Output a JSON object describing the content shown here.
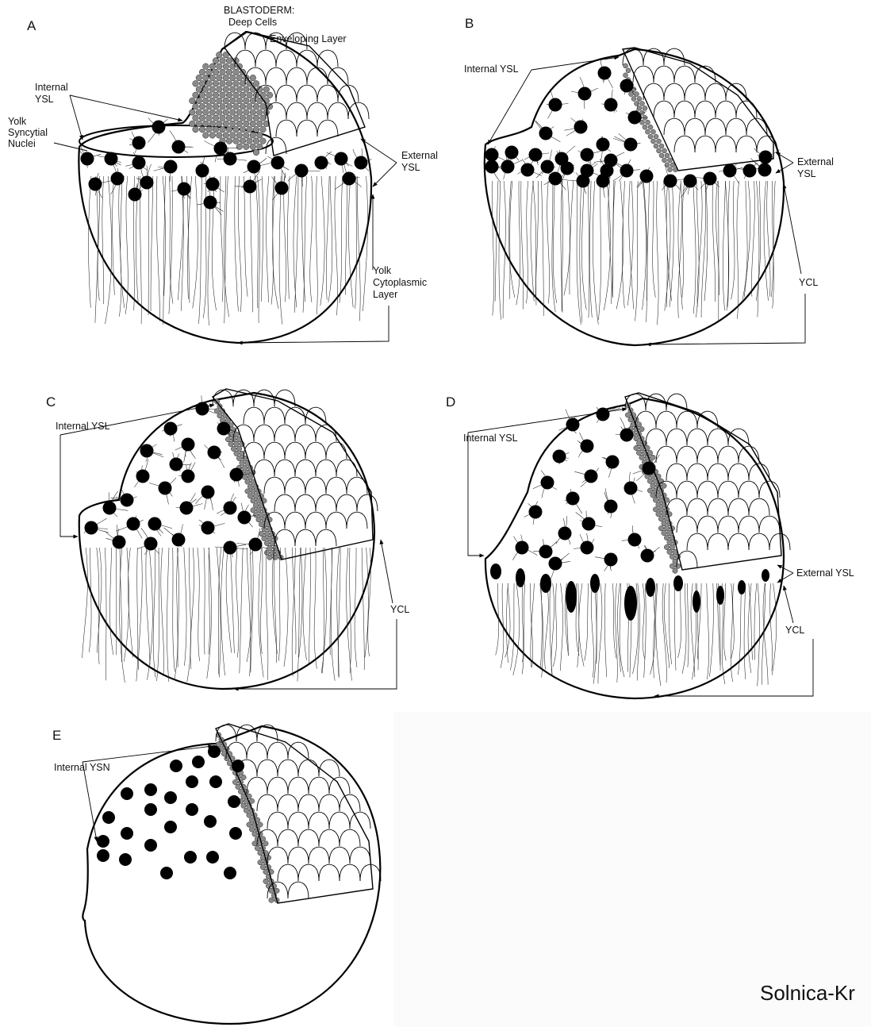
{
  "panels": {
    "A": {
      "letter": "A",
      "blastoderm": "BLASTODERM:",
      "deep_cells": "Deep Cells",
      "enveloping_layer": "Enveloping Layer",
      "internal_ysl_1": "Internal",
      "internal_ysl_2": "YSL",
      "ysn_1": "Yolk",
      "ysn_2": "Syncytial",
      "ysn_3": "Nuclei",
      "external_ysl_1": "External",
      "external_ysl_2": "YSL",
      "ycl_1": "Yolk",
      "ycl_2": "Cytoplasmic",
      "ycl_3": "Layer"
    },
    "B": {
      "letter": "B",
      "internal_ysl": "Internal YSL",
      "external_ysl_1": "External",
      "external_ysl_2": "YSL",
      "ycl": "YCL"
    },
    "C": {
      "letter": "C",
      "internal_ysl": "Internal YSL",
      "ycl": "YCL"
    },
    "D": {
      "letter": "D",
      "internal_ysl": "Internal YSL",
      "external_ysl": "External YSL",
      "ycl": "YCL"
    },
    "E": {
      "letter": "E",
      "internal_ysn": "Internal  YSN"
    }
  },
  "credit": "Solnica-Kr"
}
